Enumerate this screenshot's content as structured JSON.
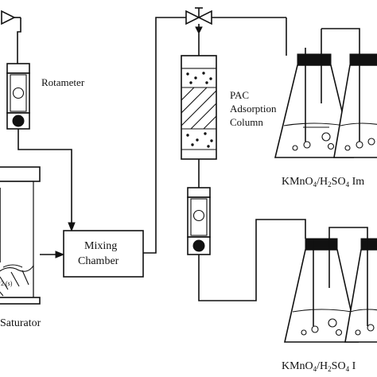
{
  "labels": {
    "rotameter": "Rotameter",
    "mixing_line1": "Mixing",
    "mixing_line2": "Chamber",
    "pac_line1": "PAC",
    "pac_line2": "Adsorption",
    "pac_line3": "Column",
    "saturator": "Saturator",
    "saturator_partial": "I",
    "saturator_subscript": "2 (s)",
    "impinger_top": "KMnO",
    "impinger_top_sub1": "4",
    "impinger_top_mid": "/H",
    "impinger_top_sub2": "2",
    "impinger_top_so": "SO",
    "impinger_top_sub3": "4",
    "impinger_top_tail": " Im",
    "impinger_bottom": "KMnO",
    "impinger_bottom_sub1": "4",
    "impinger_bottom_mid": "/H",
    "impinger_bottom_sub2": "2",
    "impinger_bottom_so": "SO",
    "impinger_bottom_sub3": "4",
    "impinger_bottom_tail": " I"
  },
  "colors": {
    "line": "#111111",
    "background": "#ffffff"
  }
}
